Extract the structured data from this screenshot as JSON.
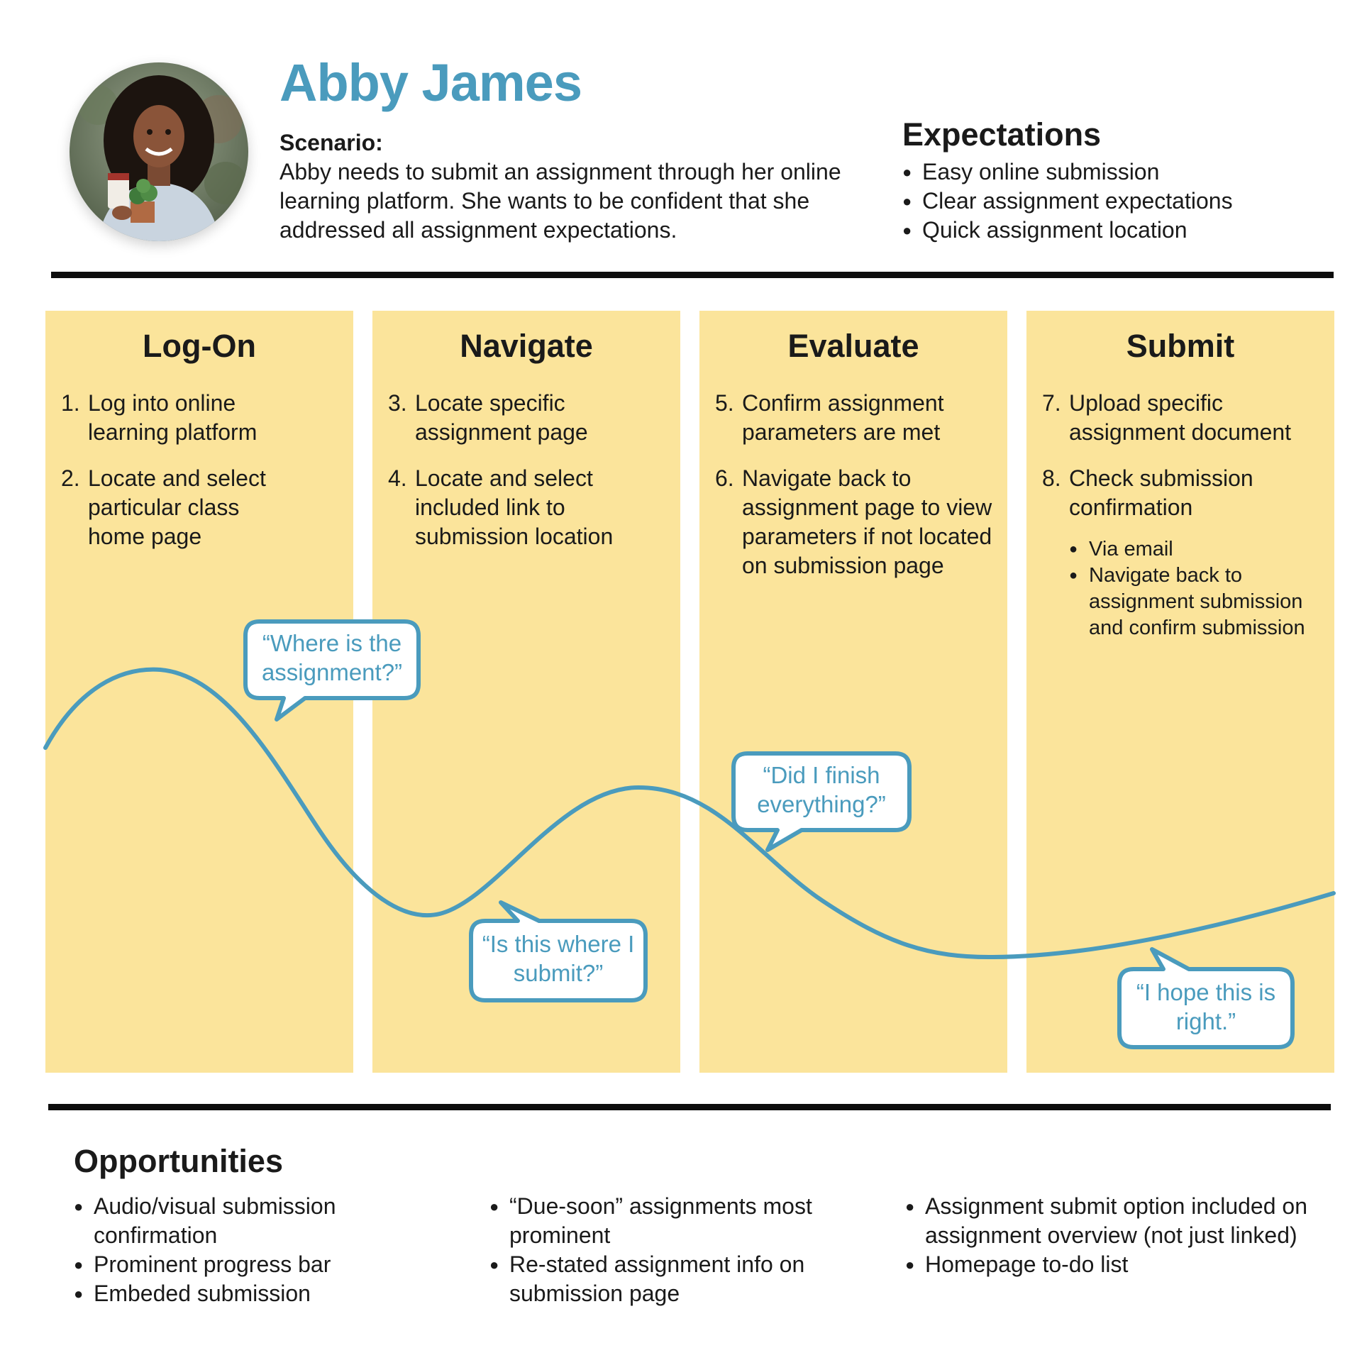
{
  "persona": {
    "name": "Abby James",
    "avatar_description_icon": "person-photo"
  },
  "scenario": {
    "label": "Scenario:",
    "text": "Abby needs to submit an assignment through her online learning platform. She wants to be confident that she addressed all assignment expectations."
  },
  "expectations": {
    "title": "Expectations",
    "items": [
      "Easy online submission",
      "Clear assignment expectations",
      "Quick assignment location"
    ]
  },
  "stages": [
    {
      "title": "Log-On",
      "steps": [
        {
          "num": "1.",
          "text": "Log into online learning platform"
        },
        {
          "num": "2.",
          "text": "Locate and select particular class home page"
        }
      ]
    },
    {
      "title": "Navigate",
      "steps": [
        {
          "num": "3.",
          "text": "Locate specific assignment page"
        },
        {
          "num": "4.",
          "text": "Locate and select included link to submission location"
        }
      ]
    },
    {
      "title": "Evaluate",
      "steps": [
        {
          "num": "5.",
          "text": "Confirm assignment parameters are met"
        },
        {
          "num": "6.",
          "text": "Navigate back to assignment page to view parameters if not located on submission page"
        }
      ]
    },
    {
      "title": "Submit",
      "steps": [
        {
          "num": "7.",
          "text": "Upload specific assignment document"
        },
        {
          "num": "8.",
          "text": "Check submission confirmation"
        }
      ],
      "sub_items": [
        "Via email",
        "Navigate back to assignment submission and confirm submission"
      ]
    }
  ],
  "quotes": [
    "“Where is the assignment?”",
    "“Is this where I submit?”",
    "“Did I finish everything?”",
    "“I hope this is right.”"
  ],
  "opportunities": {
    "title": "Opportunities",
    "columns": [
      [
        "Audio/visual submission confirmation",
        "Prominent progress bar",
        "Embeded submission"
      ],
      [
        "“Due-soon” assignments most prominent",
        "Re-stated assignment info on submission page"
      ],
      [
        "Assignment submit option included on assignment overview (not just linked)",
        "Homepage to-do list"
      ]
    ]
  },
  "colors": {
    "accent": "#4a9bbd",
    "stage_background": "#fbe49b",
    "rule": "#0d0d0d",
    "text": "#1a1a1a"
  }
}
